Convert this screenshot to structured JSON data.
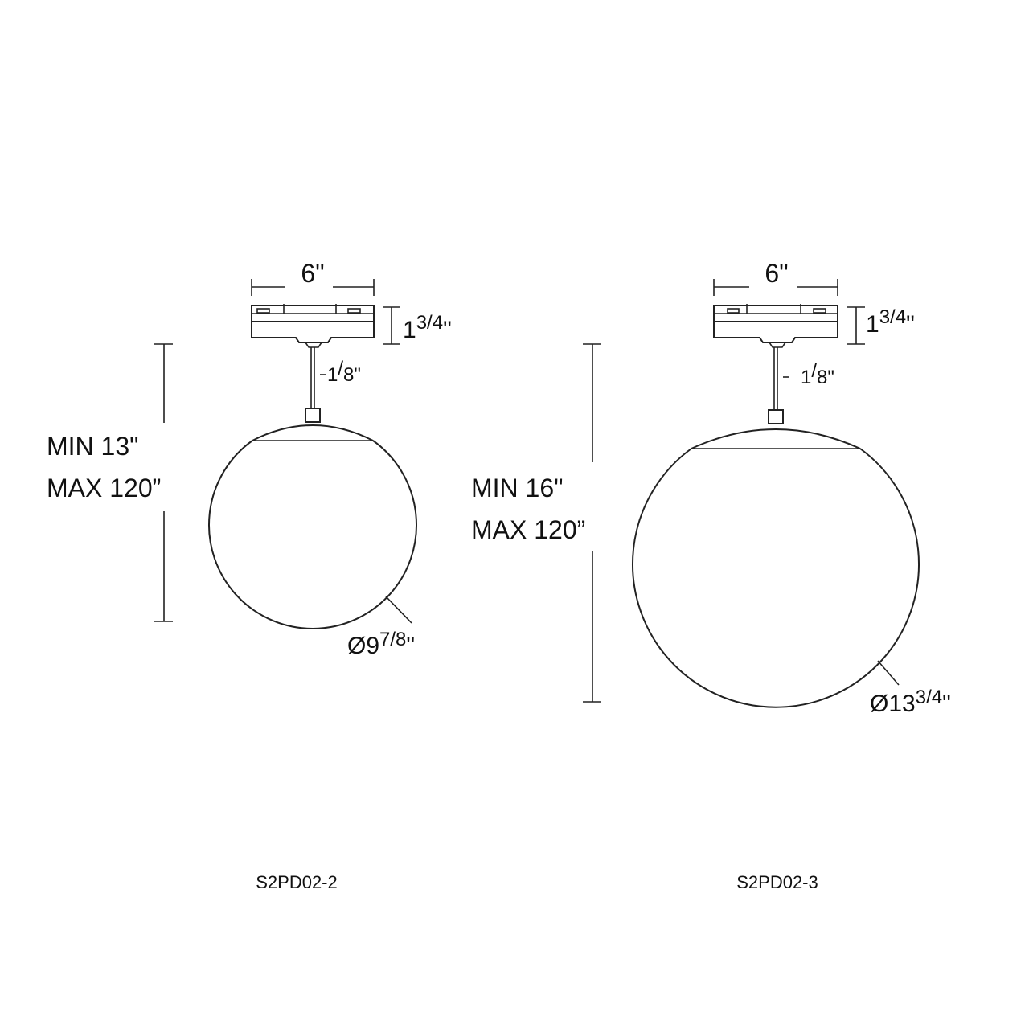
{
  "fixtures": [
    {
      "model": "S2PD02-2",
      "canopy_width": "6\"",
      "canopy_height": {
        "whole": "1",
        "fraction": "3/4",
        "unit": "\""
      },
      "stem": {
        "fraction": "1/8",
        "unit": "\""
      },
      "drop_min": "MIN 13\"",
      "drop_max": "MAX 120”",
      "globe_diameter": {
        "prefix": "Ø9",
        "fraction": "7/8",
        "unit": "\""
      }
    },
    {
      "model": "S2PD02-3",
      "canopy_width": "6\"",
      "canopy_height": {
        "whole": "1",
        "fraction": "3/4",
        "unit": "\""
      },
      "stem": {
        "fraction": "1/8",
        "unit": "\""
      },
      "drop_min": "MIN 16\"",
      "drop_max": "MAX 120”",
      "globe_diameter": {
        "prefix": "Ø13",
        "fraction": "3/4",
        "unit": "\""
      }
    }
  ],
  "colors": {
    "line": "#222222",
    "text": "#111111",
    "background": "#ffffff"
  }
}
